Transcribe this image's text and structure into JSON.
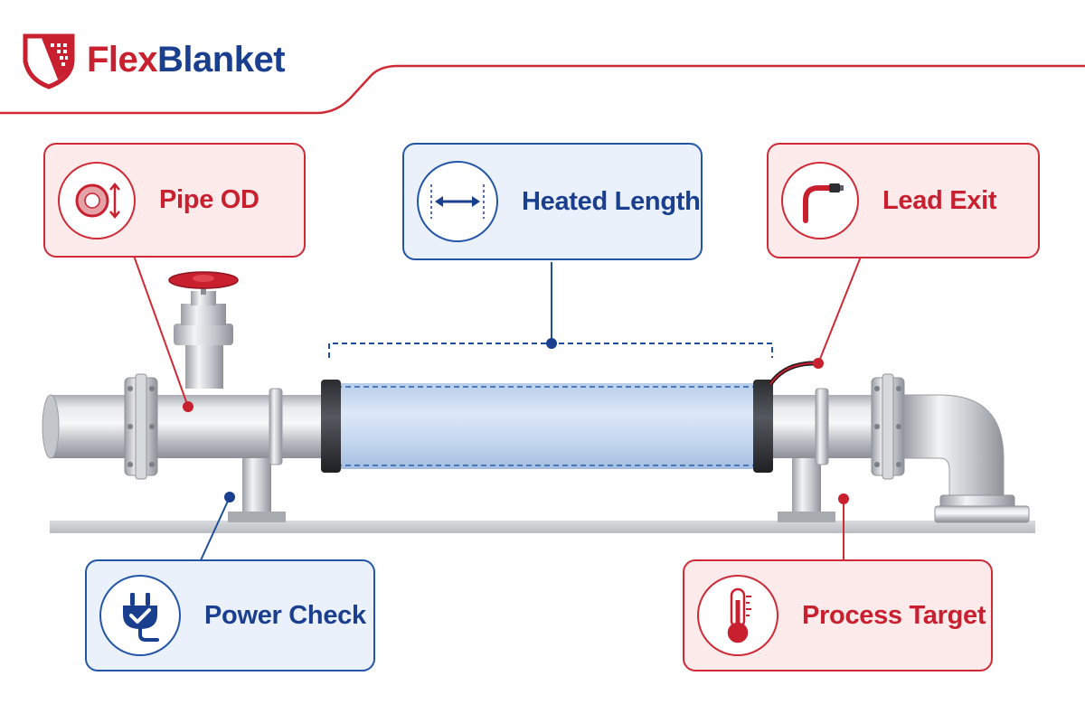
{
  "brand": {
    "name_part1": "Flex",
    "name_part2": "Blanket",
    "logo_icon": "shield-grid-logo"
  },
  "colors": {
    "brand_red": "#c8202f",
    "brand_blue": "#1a3f8f",
    "blanket_fill": "#c9dcf2"
  },
  "callouts": {
    "pipe_od": {
      "label": "Pipe OD",
      "icon": "pipe-diameter-icon"
    },
    "heated_length": {
      "label": "Heated Length",
      "icon": "length-arrow-icon"
    },
    "lead_exit": {
      "label": "Lead Exit",
      "icon": "lead-cable-icon"
    },
    "power_check": {
      "label": "Power Check",
      "icon": "plug-check-icon"
    },
    "process_target": {
      "label": "Process Target",
      "icon": "thermometer-icon"
    }
  }
}
